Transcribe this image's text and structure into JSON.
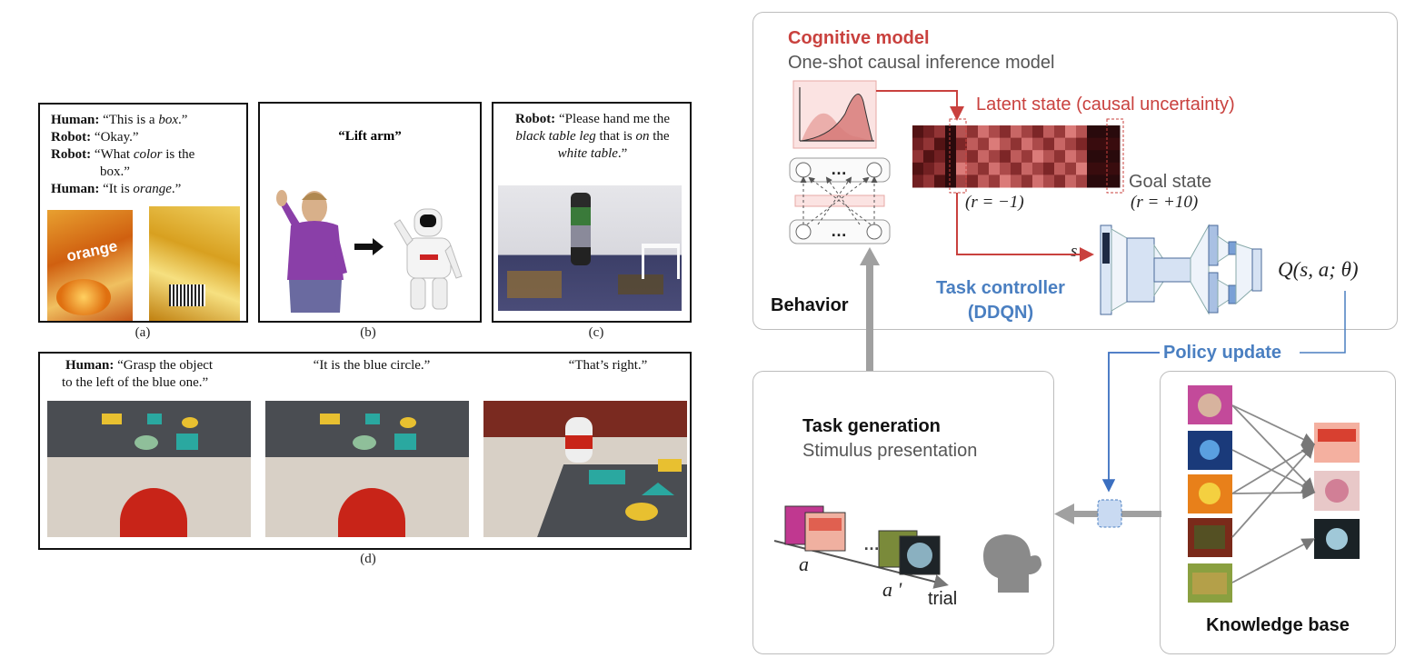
{
  "left": {
    "panel_a": {
      "l1_speaker": "Human:",
      "l1_text": " “This is a ",
      "l1_em": "box",
      "l1_end": ".”",
      "l2_speaker": "Robot:",
      "l2_text": " “Okay.”",
      "l3_speaker": "Robot:",
      "l3_text": " “What ",
      "l3_em": "color",
      "l3_end": " is the",
      "l3_cont": "box.”",
      "l4_speaker": "Human:",
      "l4_text": " “It is ",
      "l4_em": "orange",
      "l4_end": ".”",
      "can_text": "orange",
      "caption": "(a)"
    },
    "panel_b": {
      "title": "“Lift arm”",
      "caption": "(b)"
    },
    "panel_c": {
      "speaker": "Robot:",
      "line1": " “Please hand me the",
      "line2_em": "black table leg",
      "line2_mid": " that is ",
      "line2_em2": "on",
      "line2_end": " the",
      "line3_em": "white table",
      "line3_end": ".”",
      "caption": "(c)"
    },
    "panel_d": {
      "q_speaker": "Human:",
      "q_line1": " “Grasp the object",
      "q_line2": "to the left of the blue one.”",
      "a1": "“It is the blue circle.”",
      "a2": "“That’s right.”",
      "caption": "(d)"
    }
  },
  "right": {
    "cognitive_title": "Cognitive model",
    "cognitive_subtitle": "One-shot causal inference model",
    "latent_label": "Latent state (causal uncertainty)",
    "goal_label": "Goal state",
    "reward_start": "(r = −1)",
    "reward_goal": "(r = +10)",
    "s_label": "s",
    "q_label": "Q(s, a; θ)",
    "task_controller": "Task controller",
    "task_controller_sub": "(DDQN)",
    "behavior": "Behavior",
    "policy_update": "Policy update",
    "task_generation": "Task generation",
    "stimulus": "Stimulus presentation",
    "a_label": "a",
    "a_prime_label": "a '",
    "trial_label": "trial",
    "knowledge_base": "Knowledge base",
    "dots": "…",
    "seq_dots": "…"
  },
  "colors": {
    "cognitive_red": "#c9413e",
    "controller_blue": "#4a7fc1",
    "gray_text": "#555555",
    "arrow_gray": "#9a9a9a"
  }
}
